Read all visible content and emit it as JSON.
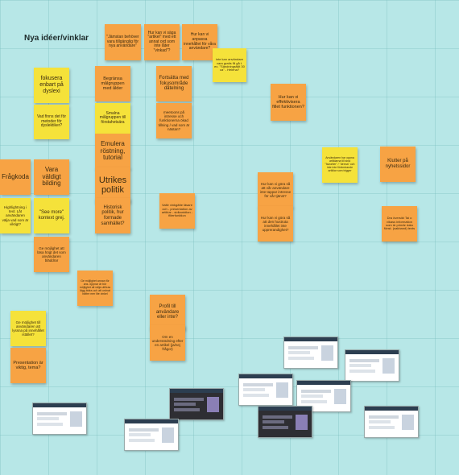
{
  "board": {
    "heading": "Nya idéer/vinklar",
    "notes": [
      {
        "id": "janstan",
        "color": "orange",
        "text": "\"Jämstan behöver vara tillgänglig för nya användare\""
      },
      {
        "id": "hur-kan-vi-saga",
        "color": "orange",
        "text": "Hur kan vi säga \"artikel\" med ett annat ord som inte låter \"vinkad\"?"
      },
      {
        "id": "hur-kan-vi-anpassa",
        "color": "orange",
        "text": "Hur kan vi anpassa innehållet för våra användare?"
      },
      {
        "id": "inte-kan-anvandare",
        "color": "yellow",
        "text": "inte kan användare vara gratis få gå t. ex. \"Sändningsfält 30 ca\" - Helena?"
      },
      {
        "id": "fokusera-dyslexi",
        "color": "yellow",
        "text": "fokusera enbart på dyslexi"
      },
      {
        "id": "vad-finns-det",
        "color": "yellow",
        "text": "Vad finns det för metoder för dyslektiker?"
      },
      {
        "id": "begransa",
        "color": "orange",
        "text": "Begränsa målgruppen med ålder"
      },
      {
        "id": "smalna",
        "color": "yellow",
        "text": "Smalna målgruppen till förstahetsära"
      },
      {
        "id": "emulera",
        "color": "orange",
        "text": "Emulera röstning, tutorial"
      },
      {
        "id": "utrikes",
        "color": "orange",
        "text": "Utrikes politik"
      },
      {
        "id": "historisk",
        "color": "orange",
        "text": "Historisk politik, hur formade samhället?"
      },
      {
        "id": "fortsatta",
        "color": "orange",
        "text": "Fortsätta med fokusområde dåtelning"
      },
      {
        "id": "meetoons",
        "color": "orange",
        "text": "meetoons på intresse och funktionerna ökad tillning / vad som är nästan?"
      },
      {
        "id": "hur-kan-vi-effektivisera",
        "color": "orange",
        "text": "Hur kan vi effektivisera fillet funktionen?"
      },
      {
        "id": "fragkoda",
        "color": "orange",
        "text": "Frågkoda"
      },
      {
        "id": "vara-valdigt",
        "color": "orange",
        "text": "Vara väldigt bilding"
      },
      {
        "id": "highlighting",
        "color": "yellow",
        "text": "Highlightning i text. Låt användaren välja vad som är viktigt?"
      },
      {
        "id": "see-more",
        "color": "yellow",
        "text": "\"See more\" kontext grej."
      },
      {
        "id": "ge-mojlighet-lasa",
        "color": "orange",
        "text": "Ge möjlighet att läsa högt det som användaren bläddrar"
      },
      {
        "id": "valtir",
        "color": "orange",
        "text": "Valtir vinkgätte läsare och - presentation av artiklar - sidkantdian - filterfunktion"
      },
      {
        "id": "hur-kan-vi-gora-sa",
        "color": "orange",
        "text": "Hur kan vi göra så att vår användare inte tappar intresse för vår tjänst?"
      },
      {
        "id": "hur-kan-vi-gora-battre",
        "color": "orange",
        "text": "Hur kan vi göra så att den hustruta innehållet inte upprerandighet?"
      },
      {
        "id": "anvandaren-har",
        "color": "yellow",
        "text": "Användaren har oppna artiklarna till sina \"favoriter\" / \"denna\" och inte inte förändrande artiklar som trigger"
      },
      {
        "id": "klutter",
        "color": "orange",
        "text": "Klutter på nyhetssidor"
      },
      {
        "id": "ge-mojlighet-annan",
        "color": "orange",
        "text": "Ge möjlighet annan för ans. öppnar är bör möjlighet all välja utföras lägg bidra och att ordnat bättre mer lite vinkel"
      },
      {
        "id": "dra-oversikt",
        "color": "orange",
        "text": "Dra översikt Tai o vikass information som är primär data fönst. (sakband) texts"
      },
      {
        "id": "profil",
        "color": "orange",
        "text": "Profil till användare eller inte?"
      },
      {
        "id": "ge-mojlighet-lyssna",
        "color": "yellow",
        "text": "Ge möjlighet till användaren att lyssna på innehållet istället?"
      },
      {
        "id": "presentation",
        "color": "orange",
        "text": "Presentation är viktig, tema?"
      },
      {
        "id": "om-en",
        "color": "orange",
        "text": "Om en understödning efter en artikel (ja/nej frågor)"
      }
    ],
    "screenshots": [
      {
        "id": "shot-a",
        "style": "light"
      },
      {
        "id": "shot-b",
        "style": "light"
      },
      {
        "id": "shot-c",
        "style": "light"
      },
      {
        "id": "shot-d",
        "style": "dark"
      },
      {
        "id": "shot-e",
        "style": "light"
      },
      {
        "id": "shot-f",
        "style": "light"
      },
      {
        "id": "shot-g",
        "style": "light"
      },
      {
        "id": "shot-h",
        "style": "dark"
      },
      {
        "id": "shot-i",
        "style": "light"
      },
      {
        "id": "shot-j",
        "style": "light"
      }
    ]
  }
}
